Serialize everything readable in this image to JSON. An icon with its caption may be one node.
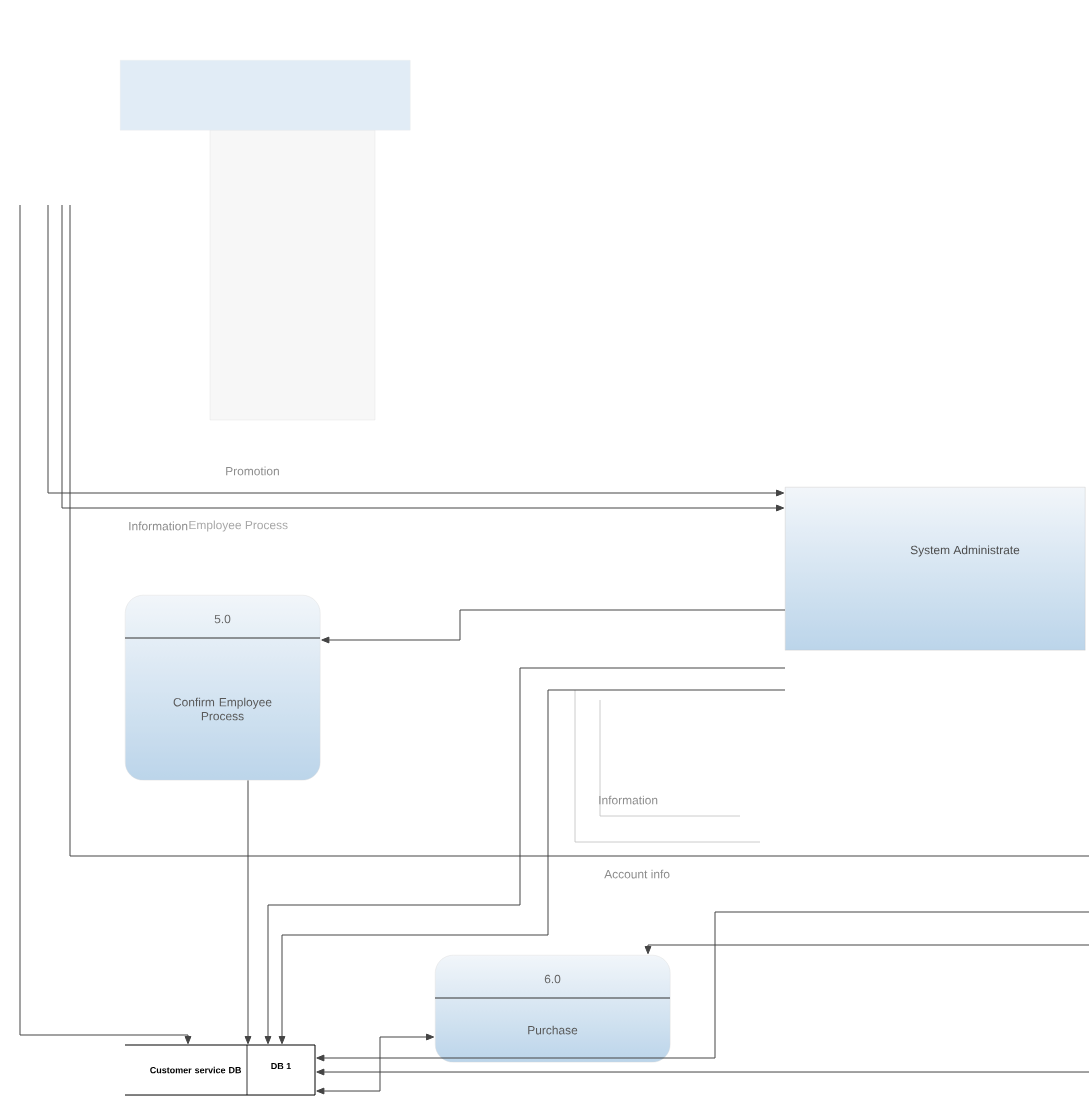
{
  "diagram": {
    "nodes": [
      {
        "text": [
          "System Administrate"
        ]
      },
      {
        "text": [
          "5.0",
          "Confirm Employee Process"
        ]
      },
      {
        "text": [
          "6.0",
          "Purchase"
        ]
      },
      {
        "text": [
          "Customer service DB",
          "DB 1"
        ]
      },
      {
        "text": [],
        "shape": "box"
      }
    ],
    "edges": [
      {
        "from": null,
        "to": 0,
        "arrow": "to"
      },
      {
        "from": null,
        "to": 0,
        "arrow": "to"
      },
      {
        "from": 0,
        "to": 1,
        "arrow": "to"
      },
      {
        "from": 0,
        "to": 3,
        "arrow": "to"
      },
      {
        "from": 0,
        "to": 3,
        "arrow": "to"
      },
      {
        "from": 1,
        "to": 3,
        "arrow": "to"
      },
      {
        "from": null,
        "to": 3,
        "arrow": "to"
      },
      {
        "from": 3,
        "to": 2,
        "arrow": "both"
      },
      {
        "from": null,
        "to": 3,
        "arrow": "to"
      },
      {
        "from": null,
        "to": 3,
        "arrow": "to"
      },
      {
        "from": null,
        "to": 2,
        "arrow": "to"
      }
    ],
    "labels": [
      "Promotion",
      "Information",
      "Employee Process",
      "Information",
      "Account info"
    ]
  }
}
